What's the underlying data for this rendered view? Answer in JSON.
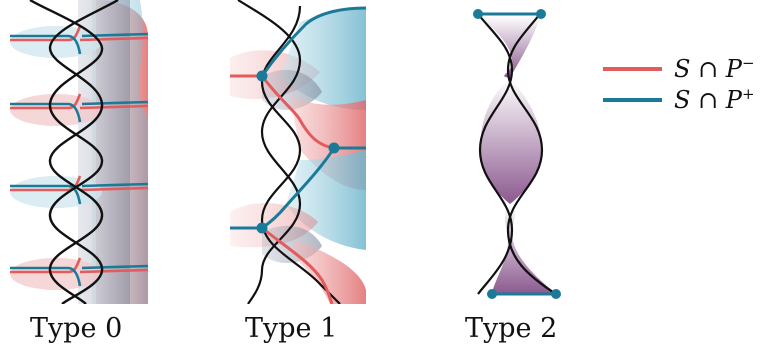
{
  "colors": {
    "red": "#e25c5e",
    "red_fill": "#eea0a2",
    "blue": "#1c7a99",
    "blue_fill": "#8cc7d9",
    "purple": "#7a3f7c",
    "helix": "#111111"
  },
  "panels": [
    {
      "label": "Type 0"
    },
    {
      "label": "Type 1"
    },
    {
      "label": "Type 2"
    }
  ],
  "legend": [
    {
      "label": "S ∩ P",
      "sup": "−",
      "color": "#e25c5e"
    },
    {
      "label": "S ∩ P",
      "sup": "+",
      "color": "#1c7a99"
    }
  ]
}
